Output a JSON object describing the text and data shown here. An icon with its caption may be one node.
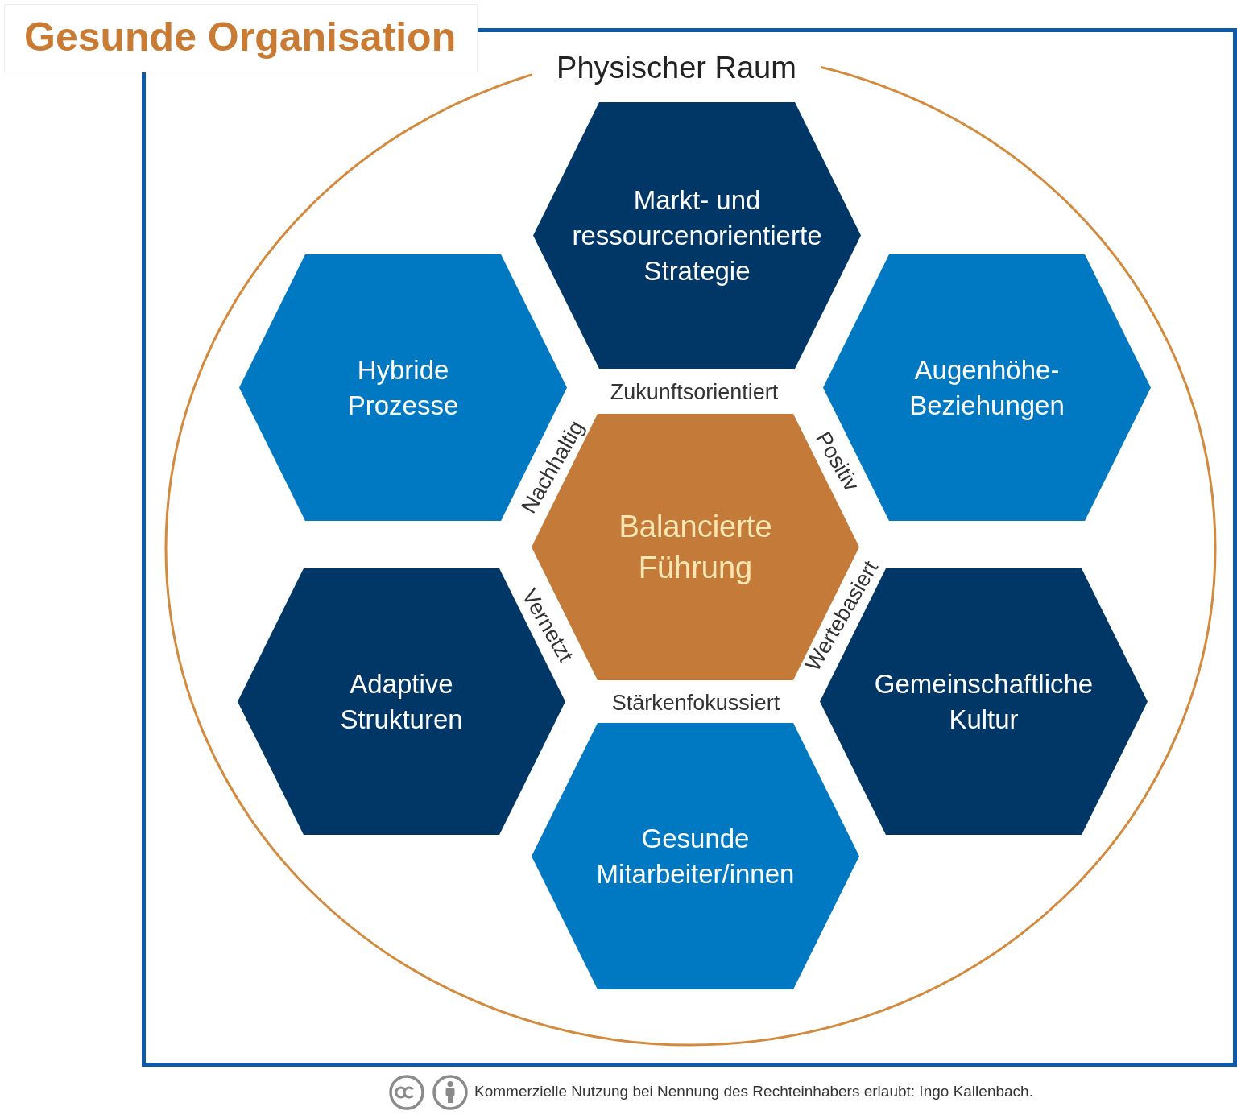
{
  "diagram": {
    "nodes": [
      {
        "text": [
          "Gesunde Organisation"
        ]
      },
      {
        "text": [
          "Physischer Raum"
        ],
        "in": 0
      },
      {
        "text": [
          "Markt- und ressourcenorientierte Strategie"
        ],
        "in": 1
      },
      {
        "text": [
          "Hybride Prozesse"
        ],
        "in": 1
      },
      {
        "text": [
          "Augenhöhe- Beziehungen"
        ],
        "in": 1
      },
      {
        "text": [
          "Balancierte Führung"
        ],
        "in": 1
      },
      {
        "text": [
          "Adaptive Strukturen"
        ],
        "in": 1
      },
      {
        "text": [
          "Gemeinschaftliche Kultur"
        ],
        "in": 1
      },
      {
        "text": [
          "Gesunde Mitarbeiter/innen"
        ],
        "in": 1
      }
    ],
    "labels": [
      "Zukunftsorientiert",
      "Nachhaltig",
      "Positiv",
      "Vernetzt",
      "Wertebasiert",
      "Stärkenfokussiert",
      "Kommerzielle Nutzung bei Nennung des Rechteinhabers erlaubt: Ingo Kallenbach."
    ]
  }
}
